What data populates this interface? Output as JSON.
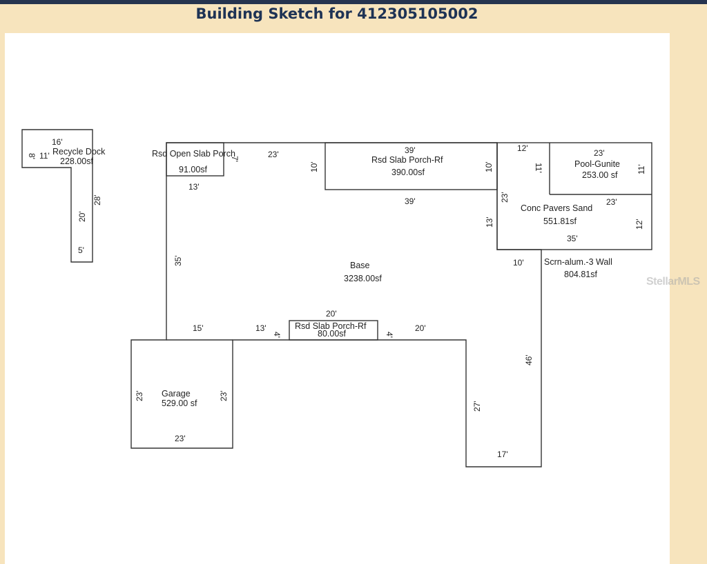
{
  "header": {
    "title": "Building Sketch for 412305105002"
  },
  "watermark": "StellarMLS",
  "sketch": {
    "areas": [
      {
        "name": "Recycle Dock",
        "area": "228.00sf"
      },
      {
        "name": "Rsd Open Slab Porch",
        "area": "91.00sf"
      },
      {
        "name": "Rsd Slab Porch-Rf",
        "area": "390.00sf"
      },
      {
        "name": "Pool-Gunite",
        "area": "253.00 sf"
      },
      {
        "name": "Conc Pavers Sand",
        "area": "551.81sf"
      },
      {
        "name": "Scrn-alum.-3 Wall",
        "area": "804.81sf"
      },
      {
        "name": "Base",
        "area": "3238.00sf"
      },
      {
        "name": "Rsd Slab Porch-Rf",
        "area": "80.00sf"
      },
      {
        "name": "Garage",
        "area": "529.00 sf"
      }
    ],
    "dimensions": {
      "recycle_dock": [
        "16'",
        "8'",
        "11'",
        "28'",
        "20'",
        "5'"
      ],
      "open_slab_porch": [
        "7'",
        "13'"
      ],
      "base": [
        "23'",
        "10'",
        "35'",
        "15'",
        "13'",
        "4'",
        "20'",
        "4'",
        "20'",
        "27'",
        "17'"
      ],
      "slab_porch_top": [
        "39'",
        "10'",
        "39'"
      ],
      "pool": [
        "12'",
        "11'",
        "23'",
        "11'"
      ],
      "pavers": [
        "23'",
        "23'",
        "13'",
        "12'",
        "35'"
      ],
      "screen": [
        "10'",
        "46'"
      ],
      "garage": [
        "23'",
        "23'",
        "23'"
      ]
    }
  }
}
